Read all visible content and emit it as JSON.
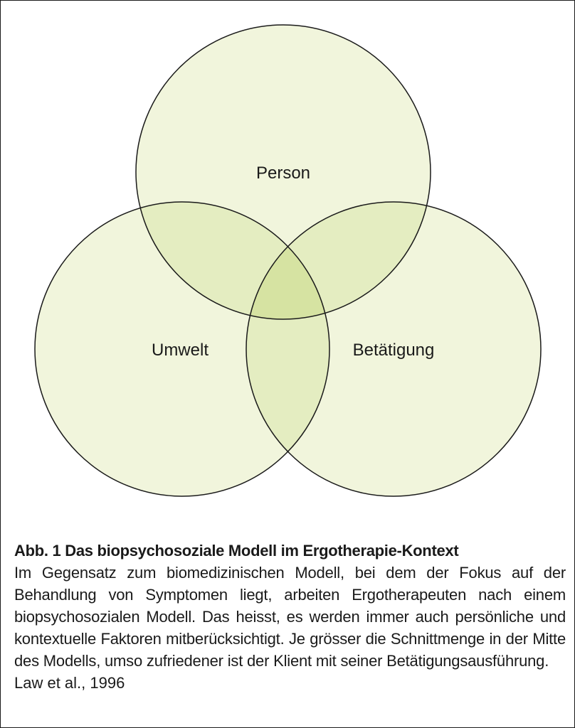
{
  "diagram": {
    "circles": [
      {
        "label": "Person"
      },
      {
        "label": "Umwelt"
      },
      {
        "label": "Betätigung"
      }
    ],
    "colors": {
      "circle_fill": "#f1f5dc",
      "pair_overlap": "#e4edc1",
      "center_overlap": "#d6e3a2",
      "stroke": "#1a1a1a"
    }
  },
  "caption": {
    "title": "Abb. 1 Das biopsychosoziale Modell im Ergotherapie-Kontext",
    "body": "Im Gegensatz zum biomedizinischen Modell, bei dem der Fokus auf der Behandlung von Symptomen liegt, arbeiten Ergotherapeuten nach einem biopsychosozialen Modell. Das heisst, es werden immer auch persönliche und kontextuelle Faktoren mitberücksichtigt. Je grösser die Schnittmenge in der Mitte des Modells, umso zufriedener ist der Klient mit seiner Betätigungsausführung.",
    "source": "Law et al., 1996"
  }
}
